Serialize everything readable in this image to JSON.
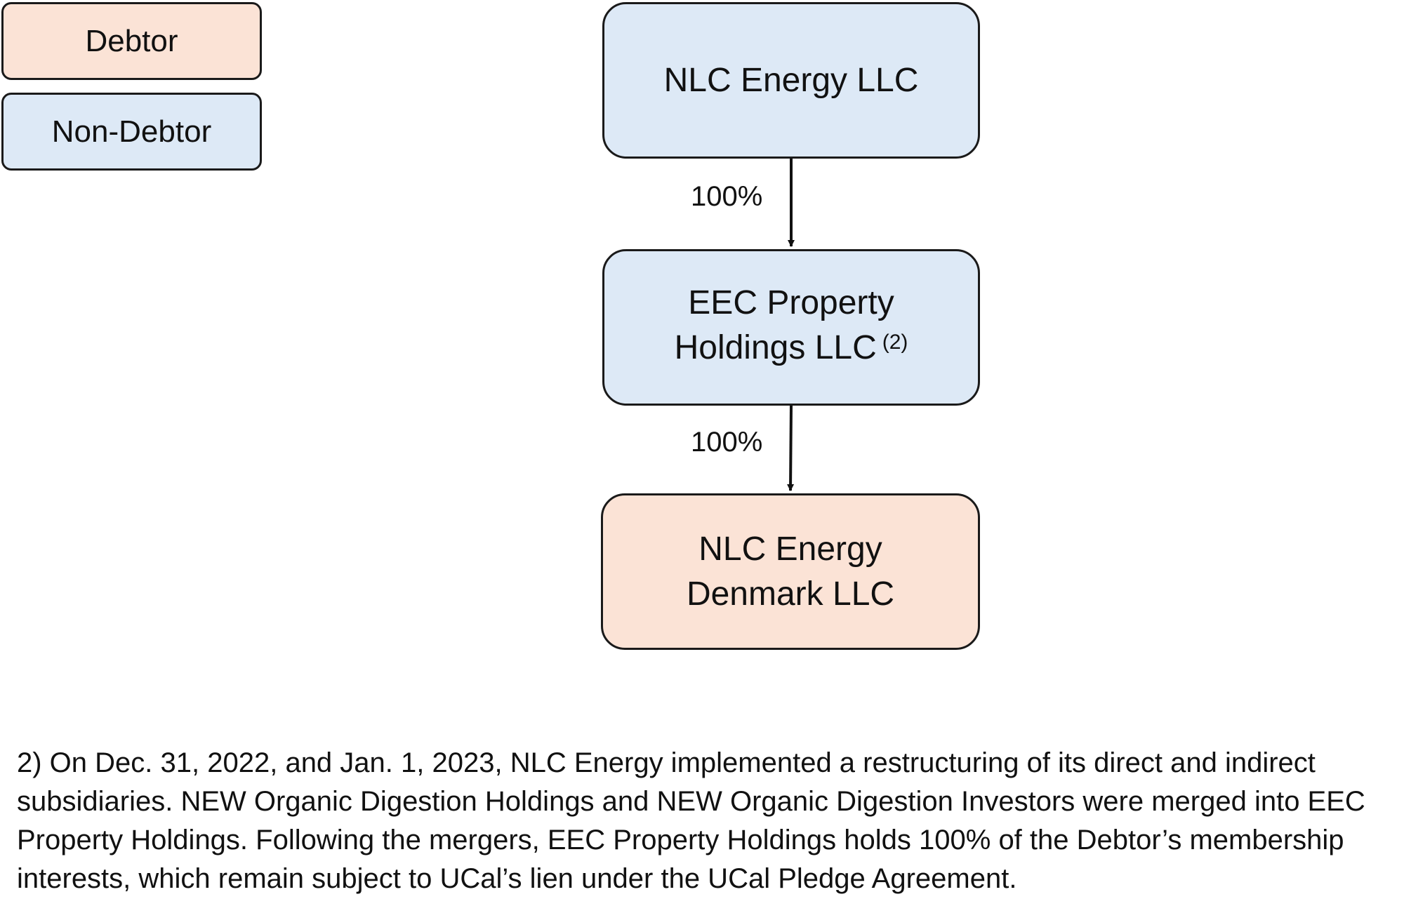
{
  "colors": {
    "debtor_fill": "#fbe3d6",
    "non_debtor_fill": "#dde9f6",
    "border": "#1a1a1a"
  },
  "legend": {
    "debtor_label": "Debtor",
    "non_debtor_label": "Non-Debtor"
  },
  "nodes": [
    {
      "lines": [
        "NLC Energy LLC"
      ],
      "note": "",
      "category": "non-debtor"
    },
    {
      "lines": [
        "EEC Property",
        "Holdings LLC"
      ],
      "note": "(2)",
      "category": "non-debtor"
    },
    {
      "lines": [
        "NLC Energy",
        "Denmark LLC"
      ],
      "note": "",
      "category": "debtor"
    }
  ],
  "edges": [
    {
      "from": "NLC Energy LLC",
      "to": "EEC Property Holdings LLC",
      "label": "100%"
    },
    {
      "from": "EEC Property Holdings LLC",
      "to": "NLC Energy Denmark LLC",
      "label": "100%"
    }
  ],
  "footnote": {
    "lines": [
      "2) On Dec. 31, 2022, and Jan. 1, 2023, NLC Energy implemented a restructuring of its direct and indirect",
      "subsidiaries. NEW Organic Digestion Holdings and NEW Organic Digestion Investors were merged into EEC",
      "Property Holdings. Following the mergers, EEC Property Holdings holds 100% of the Debtor’s membership",
      "interests, which remain subject to UCal’s lien under the UCal Pledge Agreement."
    ]
  }
}
